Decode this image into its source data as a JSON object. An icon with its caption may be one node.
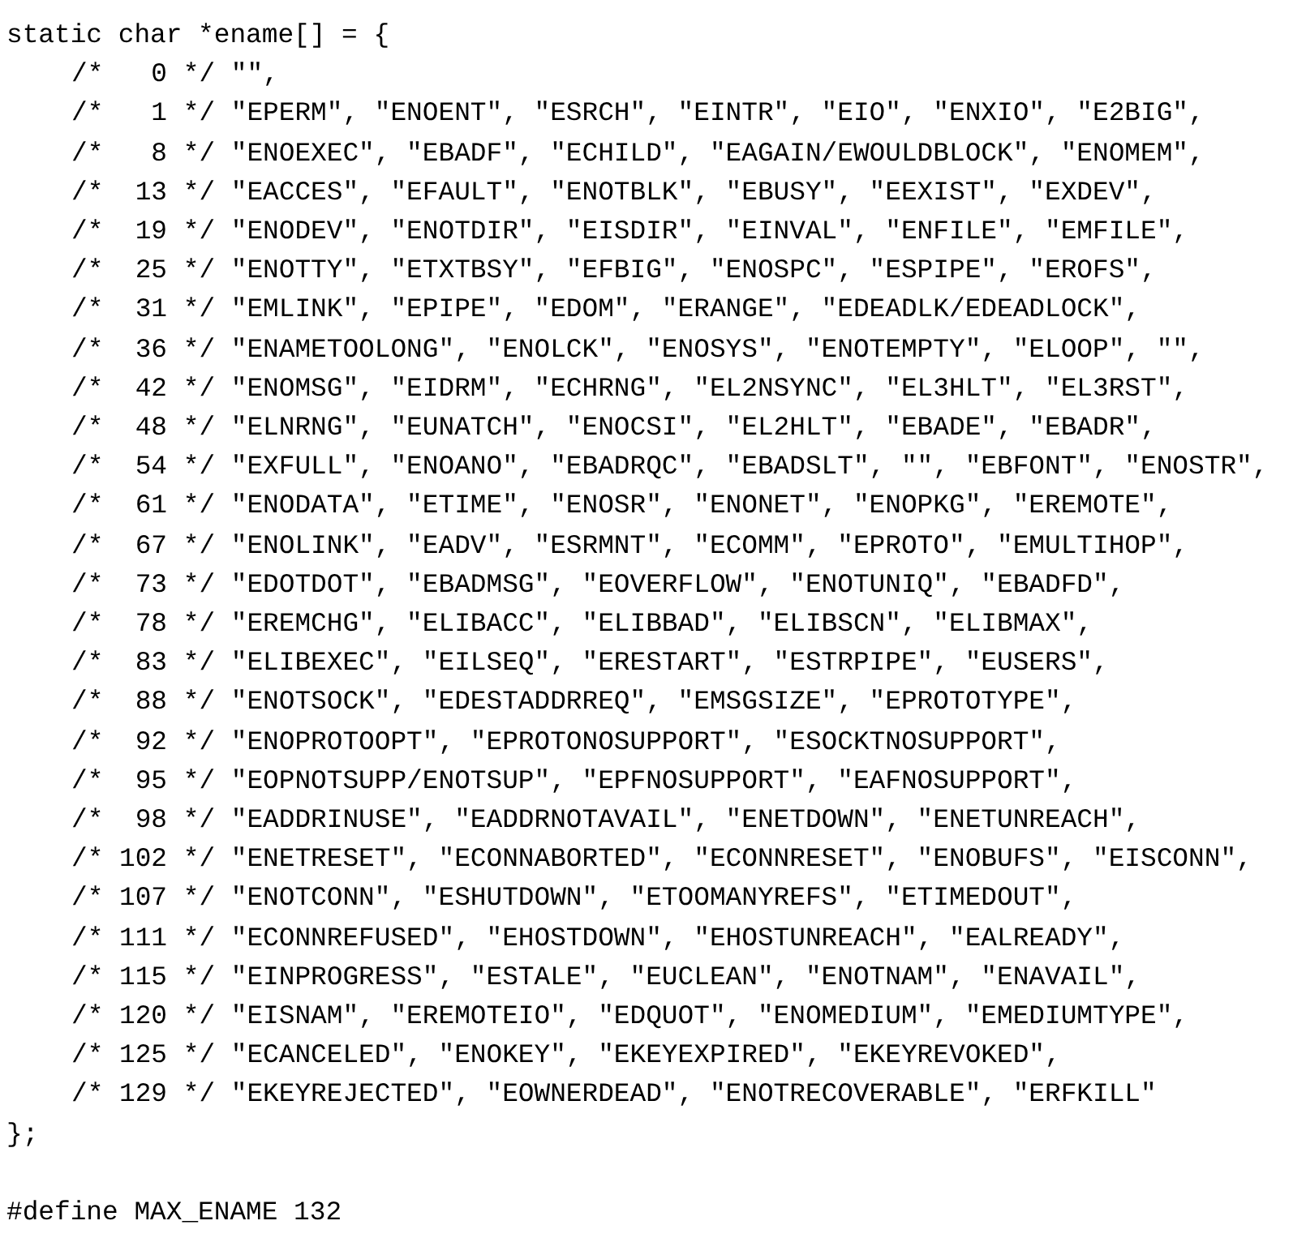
{
  "diagram": {
    "labels": [
      "static char *ename[] = {",
      "/*   0 */ \"\",",
      "/*   1 */ \"EPERM\", \"ENOENT\", \"ESRCH\", \"EINTR\", \"EIO\", \"ENXIO\", \"E2BIG\",",
      "/*   8 */ \"ENOEXEC\", \"EBADF\", \"ECHILD\", \"EAGAIN/EWOULDBLOCK\", \"ENOMEM\",",
      "/*  13 */ \"EACCES\", \"EFAULT\", \"ENOTBLK\", \"EBUSY\", \"EEXIST\", \"EXDEV\",",
      "/*  19 */ \"ENODEV\", \"ENOTDIR\", \"EISDIR\", \"EINVAL\", \"ENFILE\", \"EMFILE\",",
      "/*  25 */ \"ENOTTY\", \"ETXTBSY\", \"EFBIG\", \"ENOSPC\", \"ESPIPE\", \"EROFS\",",
      "/*  31 */ \"EMLINK\", \"EPIPE\", \"EDOM\", \"ERANGE\", \"EDEADLK/EDEADLOCK\",",
      "/*  36 */ \"ENAMETOOLONG\", \"ENOLCK\", \"ENOSYS\", \"ENOTEMPTY\", \"ELOOP\", \"\",",
      "/*  42 */ \"ENOMSG\", \"EIDRM\", \"ECHRNG\", \"EL2NSYNC\", \"EL3HLT\", \"EL3RST\",",
      "/*  48 */ \"ELNRNG\", \"EUNATCH\", \"ENOCSI\", \"EL2HLT\", \"EBADE\", \"EBADR\",",
      "/*  54 */ \"EXFULL\", \"ENOANO\", \"EBADRQC\", \"EBADSLT\", \"\", \"EBFONT\", \"ENOSTR\",",
      "/*  61 */ \"ENODATA\", \"ETIME\", \"ENOSR\", \"ENONET\", \"ENOPKG\", \"EREMOTE\",",
      "/*  67 */ \"ENOLINK\", \"EADV\", \"ESRMNT\", \"ECOMM\", \"EPROTO\", \"EMULTIHOP\",",
      "/*  73 */ \"EDOTDOT\", \"EBADMSG\", \"EOVERFLOW\", \"ENOTUNIQ\", \"EBADFD\",",
      "/*  78 */ \"EREMCHG\", \"ELIBACC\", \"ELIBBAD\", \"ELIBSCN\", \"ELIBMAX\",",
      "/*  83 */ \"ELIBEXEC\", \"EILSEQ\", \"ERESTART\", \"ESTRPIPE\", \"EUSERS\",",
      "/*  88 */ \"ENOTSOCK\", \"EDESTADDRREQ\", \"EMSGSIZE\", \"EPROTOTYPE\",",
      "/*  92 */ \"ENOPROTOOPT\", \"EPROTONOSUPPORT\", \"ESOCKTNOSUPPORT\",",
      "/*  95 */ \"EOPNOTSUPP/ENOTSUP\", \"EPFNOSUPPORT\", \"EAFNOSUPPORT\",",
      "/*  98 */ \"EADDRINUSE\", \"EADDRNOTAVAIL\", \"ENETDOWN\", \"ENETUNREACH\",",
      "/* 102 */ \"ENETRESET\", \"ECONNABORTED\", \"ECONNRESET\", \"ENOBUFS\", \"EISCONN\",",
      "/* 107 */ \"ENOTCONN\", \"ESHUTDOWN\", \"ETOOMANYREFS\", \"ETIMEDOUT\",",
      "/* 111 */ \"ECONNREFUSED\", \"EHOSTDOWN\", \"EHOSTUNREACH\", \"EALREADY\",",
      "/* 115 */ \"EINPROGRESS\", \"ESTALE\", \"EUCLEAN\", \"ENOTNAM\", \"ENAVAIL\",",
      "/* 120 */ \"EISNAM\", \"EREMOTEIO\", \"EDQUOT\", \"ENOMEDIUM\", \"EMEDIUMTYPE\",",
      "/* 125 */ \"ECANCELED\", \"ENOKEY\", \"EKEYEXPIRED\", \"EKEYREVOKED\",",
      "/* 129 */ \"EKEYREJECTED\", \"EOWNERDEAD\", \"ENOTRECOVERABLE\", \"ERFKILL\"",
      "};",
      "#define MAX_ENAME 132"
    ]
  }
}
